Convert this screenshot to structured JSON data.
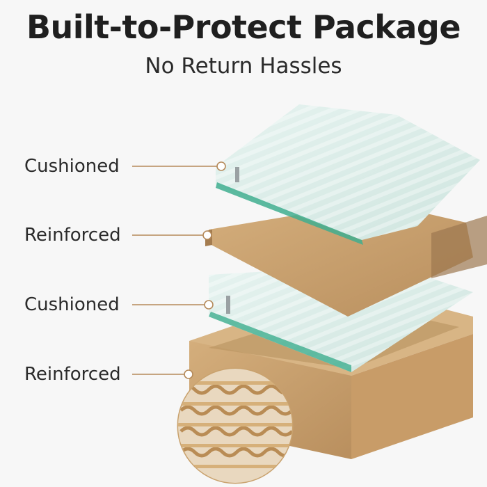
{
  "header": {
    "title": "Built-to-Protect Package",
    "subtitle": "No Return Hassles"
  },
  "layers": [
    {
      "label": "Cushioned"
    },
    {
      "label": "Reinforced"
    },
    {
      "label": "Cushioned"
    },
    {
      "label": "Reinforced"
    }
  ],
  "colors": {
    "cardboard": "#c9a26e",
    "foam": "#d9ebe6",
    "glass_edge": "#3fae8f",
    "callout": "#b58a5a"
  }
}
